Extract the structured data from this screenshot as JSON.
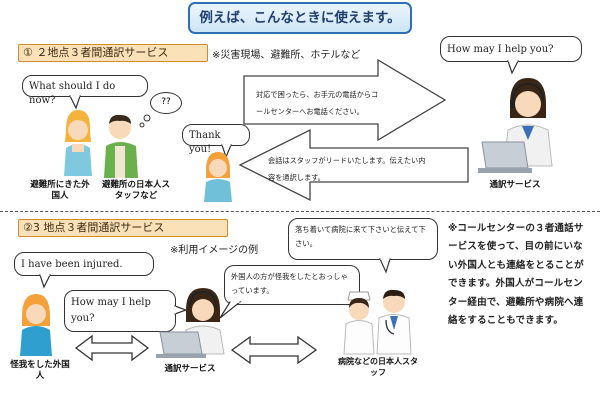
{
  "banner": {
    "title": "例えば、こんなときに使えます。"
  },
  "section1": {
    "label": "① ２地点３者間通訳サービス",
    "note": "※災害現場、避難所、ホテルなど",
    "bubble_foreigner": "What should I do now?",
    "bubble_confused": "??",
    "bubble_operator": "How may I help you?",
    "bubble_thankyou": "Thank you!",
    "arrow_text_1": "対応で困ったら、お手元の電話からコールセンターへお電話ください。",
    "arrow_text_2": "会話はスタッフがリードいたします。伝えたい内容を通訳します。",
    "caption_foreigner": "避難所にきた外国人",
    "caption_staff": "避難所の日本人スタッフなど",
    "caption_operator": "通訳サービス"
  },
  "section2": {
    "label": "②3 地点３者間通訳サービス",
    "note": "※利用イメージの例",
    "bubble_injured": "I have been injured.",
    "bubble_operator": "How may I help you?",
    "bubble_operator_jp": "外国人の方が怪我をしたとおっしゃっています。",
    "bubble_hospital": "落ち着いて病院に来て下さいと伝えて下さい。",
    "caption_injured": "怪我をした外国人",
    "caption_operator": "通訳サービス",
    "caption_hospital": "病院などの日本人スタッフ",
    "right_note": "※コールセンターの３者通話サービスを使って、目の前にいない外国人とも連絡をとることができます。外国人がコールセンター経由で、避難所や病院へ連絡をすることもできます。"
  },
  "icons": [
    "person-foreigner-icon",
    "person-staff-icon",
    "operator-headset-icon",
    "laptop-icon",
    "doctor-icon",
    "nurse-icon",
    "double-arrow-icon"
  ]
}
